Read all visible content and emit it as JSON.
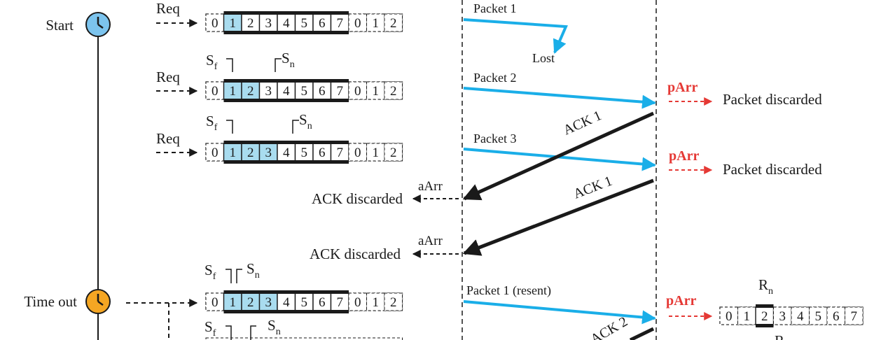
{
  "colors": {
    "packet_arrow": "#1aaee8",
    "ack_arrow": "#1a1a1a",
    "event_red": "#e53935",
    "window_fill": "#a9dcef",
    "clock_start": "#7cc4ee",
    "clock_timeout": "#f5a623"
  },
  "sender": {
    "events": {
      "start": "Start",
      "timeout": "Time out"
    },
    "request_label": "Req",
    "pointer_labels": {
      "sf_main": "S",
      "sf_sub": "f",
      "sn_main": "S",
      "sn_sub": "n"
    },
    "window_snapshots": [
      {
        "cells": [
          "0",
          "1",
          "2",
          "3",
          "4",
          "5",
          "6",
          "7",
          "0",
          "1",
          "2"
        ],
        "outstanding": [
          1
        ]
      },
      {
        "cells": [
          "0",
          "1",
          "2",
          "3",
          "4",
          "5",
          "6",
          "7",
          "0",
          "1",
          "2"
        ],
        "outstanding": [
          1,
          2
        ]
      },
      {
        "cells": [
          "0",
          "1",
          "2",
          "3",
          "4",
          "5",
          "6",
          "7",
          "0",
          "1",
          "2"
        ],
        "outstanding": [
          1,
          2,
          3
        ]
      },
      {
        "cells": [
          "0",
          "1",
          "2",
          "3",
          "4",
          "5",
          "6",
          "7",
          "0",
          "1",
          "2"
        ],
        "outstanding": [
          1,
          2,
          3
        ]
      }
    ],
    "ack_events": {
      "label": "aArr",
      "discarded": "ACK discarded"
    }
  },
  "channel": {
    "packet1": "Packet 1",
    "lost": "Lost",
    "packet2": "Packet 2",
    "packet3": "Packet 3",
    "packet1_resent": "Packet 1 (resent)",
    "ack1": "ACK 1",
    "ack2": "ACK 2"
  },
  "receiver": {
    "event_label": "pArr",
    "packet_discarded": "Packet discarded",
    "rn_main": "R",
    "rn_sub": "n",
    "window": {
      "cells": [
        "0",
        "1",
        "2",
        "3",
        "4",
        "5",
        "6",
        "7"
      ],
      "current": 2
    }
  }
}
